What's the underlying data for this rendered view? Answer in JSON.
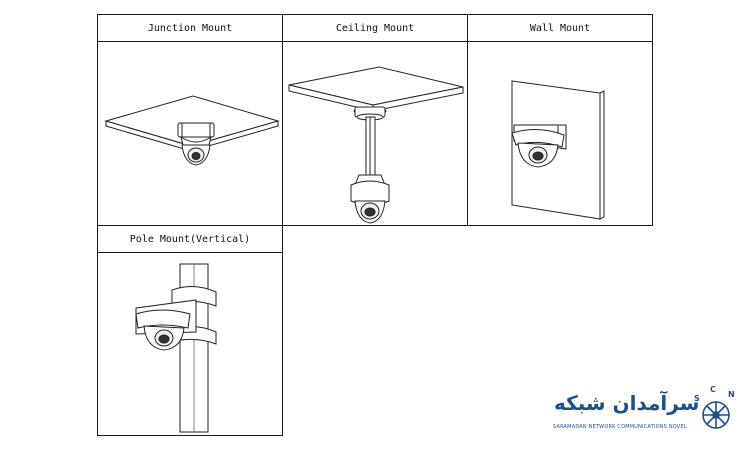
{
  "mounts": [
    {
      "label": "Junction Mount"
    },
    {
      "label": "Ceiling Mount"
    },
    {
      "label": "Wall Mount"
    },
    {
      "label": "Pole Mount(Vertical)"
    }
  ],
  "brand": {
    "name_fa": "سرآمدان شبکه",
    "name_en": "SARAMADAN NETWORK COMMUNICATIONS NOVEL",
    "emblem_letters": [
      "S",
      "C",
      "N"
    ],
    "color": "#1d4f8f"
  }
}
